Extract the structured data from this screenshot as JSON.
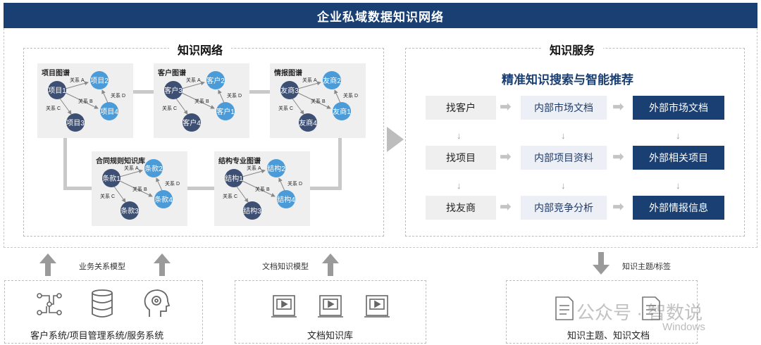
{
  "header": {
    "title": "企业私域数据知识网络"
  },
  "network": {
    "title": "知识网络",
    "cards": [
      {
        "title": "项目图谱",
        "n1": "项目1",
        "n2": "项目2",
        "n3": "项目3",
        "n4": "项目4"
      },
      {
        "title": "客户图谱",
        "n1": "客户3",
        "n2": "客户2",
        "n3": "客户4",
        "n4": "客户1"
      },
      {
        "title": "情报图谱",
        "n1": "友商3",
        "n2": "友商2",
        "n3": "友商4",
        "n4": "友商1"
      },
      {
        "title": "合同规则知识库",
        "n1": "条款1",
        "n2": "条款2",
        "n3": "条款3",
        "n4": "条款4"
      },
      {
        "title": "结构专业图谱",
        "n1": "结构1",
        "n2": "结构2",
        "n3": "结构3",
        "n4": "结构4"
      }
    ],
    "relations": {
      "a": "关系 A",
      "b": "关系 B",
      "c": "关系 C",
      "d": "关系 D"
    }
  },
  "service": {
    "title": "知识服务",
    "subtitle": "精准知识搜索与智能推荐",
    "rows": [
      {
        "find": "找客户",
        "internal": "内部市场文档",
        "external": "外部市场文档"
      },
      {
        "find": "找项目",
        "internal": "内部项目资料",
        "external": "外部相关项目"
      },
      {
        "find": "找友商",
        "internal": "内部竞争分析",
        "external": "外部情报信息"
      }
    ]
  },
  "bottom": {
    "business_model": "业务关系模型",
    "doc_model": "文档知识模型",
    "tags_model": "知识主题/标签",
    "systems_label": "客户系统/项目管理系统/服务系统",
    "doc_label": "文档知识库",
    "tags_label": "知识主题、知识文档",
    "watermark": "公众号 · 智数说",
    "win_overlay": "Windows"
  },
  "colors": {
    "dark_node": "#3d4f73",
    "light_node": "#4a9bd8",
    "navy": "#1a3f73"
  }
}
